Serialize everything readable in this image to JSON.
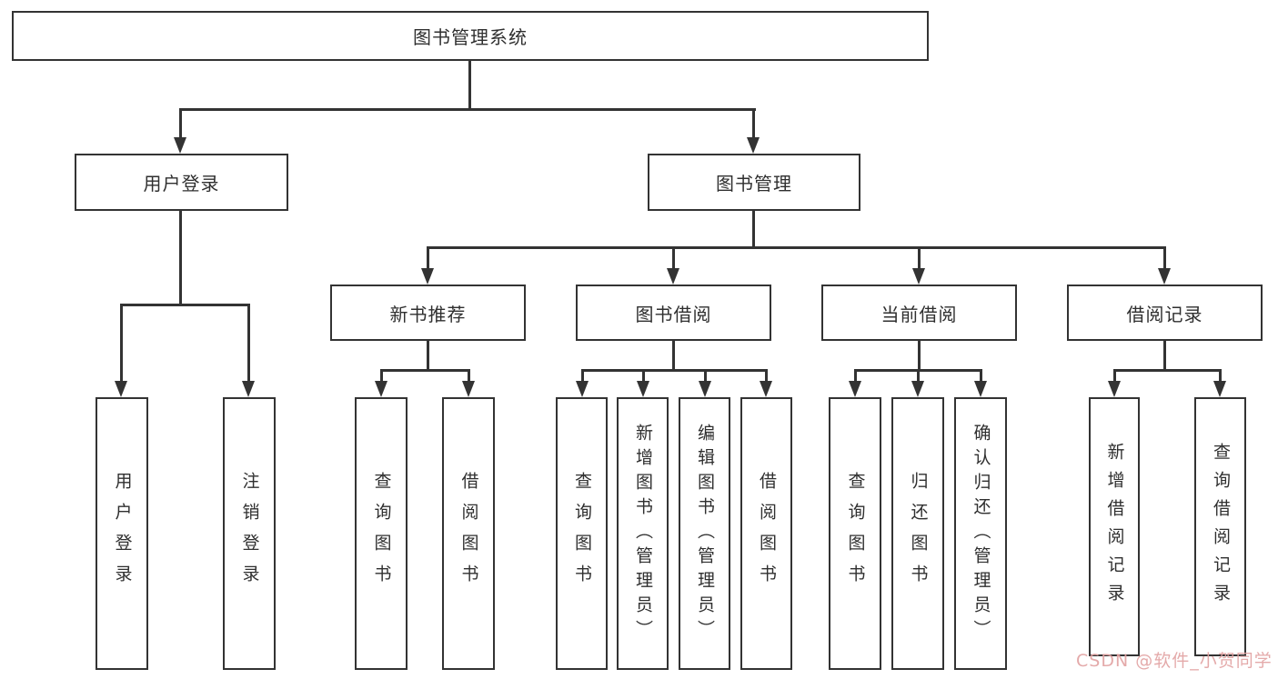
{
  "colors": {
    "background": "#ffffff",
    "line": "#333333",
    "box_border": "#333333",
    "text": "#2f2f2f",
    "watermark": "#e2a1a1"
  },
  "diagram": {
    "root": "图书管理系统",
    "branches": [
      {
        "label": "用户登录",
        "children": [
          "用户登录",
          "注销登录"
        ]
      },
      {
        "label": "图书管理",
        "sections": [
          {
            "label": "新书推荐",
            "children": [
              "查询图书",
              "借阅图书"
            ]
          },
          {
            "label": "图书借阅",
            "children": [
              "查询图书",
              "新增图书（管理员）",
              "编辑图书（管理员）",
              "借阅图书"
            ]
          },
          {
            "label": "当前借阅",
            "children": [
              "查询图书",
              "归还图书",
              "确认归还（管理员）"
            ]
          },
          {
            "label": "借阅记录",
            "children": [
              "新增借阅记录",
              "查询借阅记录"
            ]
          }
        ]
      }
    ]
  },
  "watermark": "CSDN @软件_小贺同学"
}
